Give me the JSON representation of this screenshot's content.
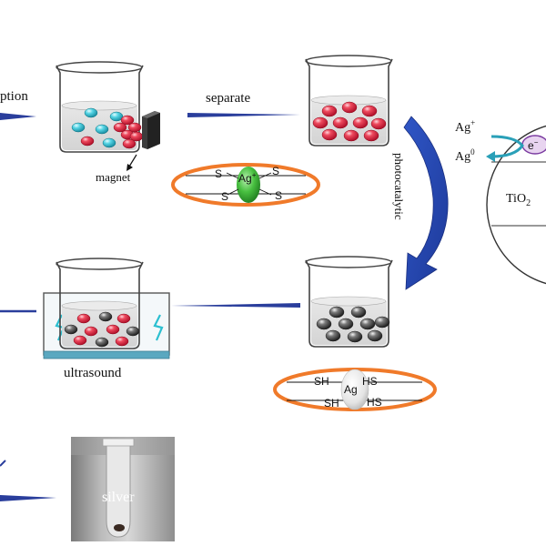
{
  "labels": {
    "adsorption_partial": "ption",
    "separate": "separate",
    "magnet": "magnet",
    "photocatalytic": "photocatalytic",
    "ultrasound": "ultrasound",
    "silver_photo": "silver",
    "ag_plus": "Ag",
    "ag_plus_sup": "+",
    "ag_zero": "Ag",
    "ag_zero_sup": "0",
    "electron": "e",
    "electron_sup": "−",
    "tio2_main": "TiO",
    "tio2_sub": "2"
  },
  "complex_thiolate": {
    "center": "Ag",
    "center_sup": "+",
    "s_left_top": "S",
    "s_left_bottom": "S",
    "s_right_top": "S",
    "s_right_bottom": "S"
  },
  "complex_thiol": {
    "center": "Ag",
    "sh_left_top": "SH",
    "sh_left_bottom": "SH",
    "hs_right_top": "HS",
    "hs_right_bottom": "HS"
  },
  "colors": {
    "arrow_blue": "#2a3e9c",
    "ring_orange": "#f07a2a",
    "particle_red": "#e0233a",
    "particle_cyan": "#3cc6d8",
    "particle_gray": "#3a3a3a",
    "ag_green": "#3cb83c",
    "tank_blue": "#5aa8c0"
  }
}
